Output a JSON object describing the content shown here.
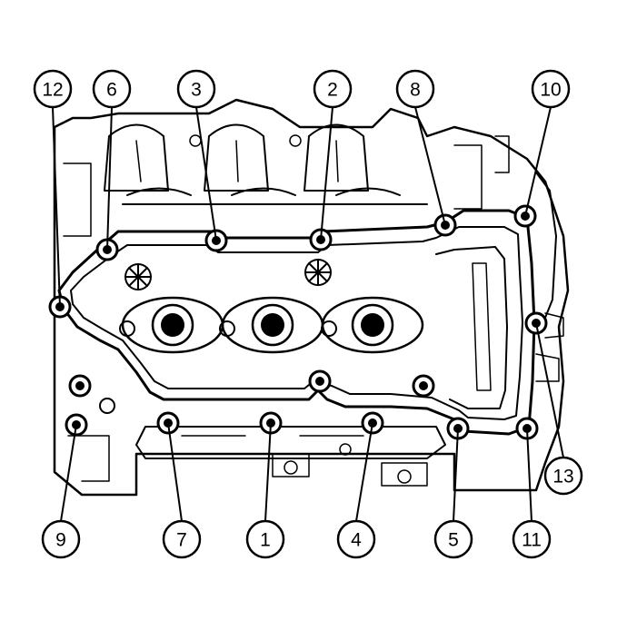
{
  "callouts": [
    {
      "label": "1"
    },
    {
      "label": "2"
    },
    {
      "label": "3"
    },
    {
      "label": "4"
    },
    {
      "label": "5"
    },
    {
      "label": "6"
    },
    {
      "label": "7"
    },
    {
      "label": "8"
    },
    {
      "label": "9"
    },
    {
      "label": "10"
    },
    {
      "label": "11"
    },
    {
      "label": "12"
    },
    {
      "label": "13"
    }
  ]
}
